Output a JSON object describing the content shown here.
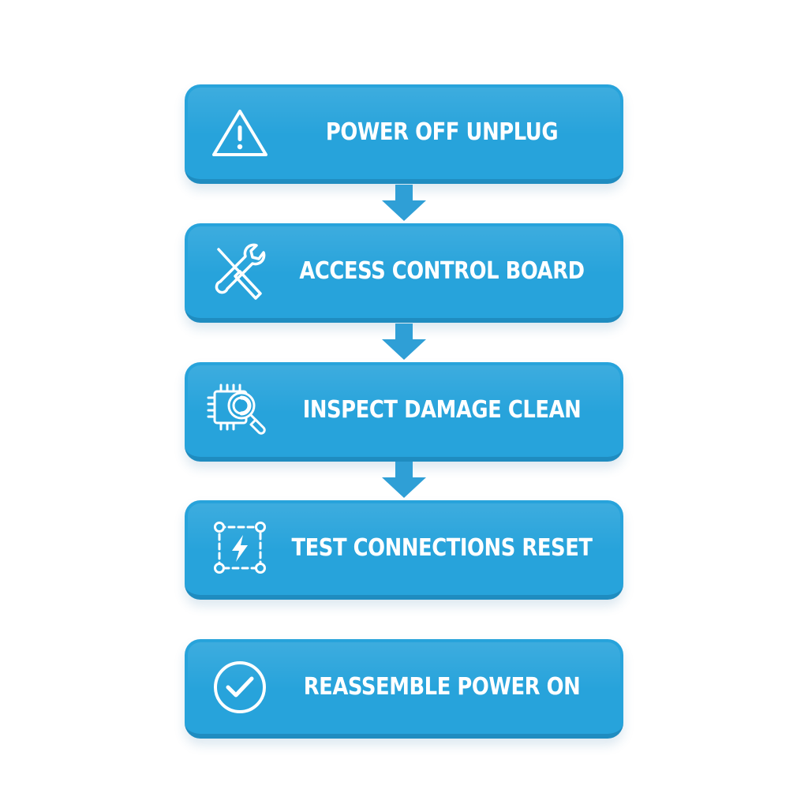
{
  "diagram": {
    "type": "vertical-flowchart",
    "accent_color": "#27a3db",
    "steps": [
      {
        "label": "POWER OFF UNPLUG",
        "icon": "warning-triangle-icon"
      },
      {
        "label": "ACCESS CONTROL BOARD",
        "icon": "tools-wrench-screwdriver-icon"
      },
      {
        "label": "INSPECT DAMAGE CLEAN",
        "icon": "circuit-magnifier-icon"
      },
      {
        "label": "TEST CONNECTIONS RESET",
        "icon": "connection-lightning-icon"
      },
      {
        "label": "REASSEMBLE POWER ON",
        "icon": "check-circle-icon"
      }
    ],
    "connectors": [
      {
        "from": 0,
        "to": 1
      },
      {
        "from": 1,
        "to": 2
      },
      {
        "from": 2,
        "to": 3
      }
    ]
  }
}
